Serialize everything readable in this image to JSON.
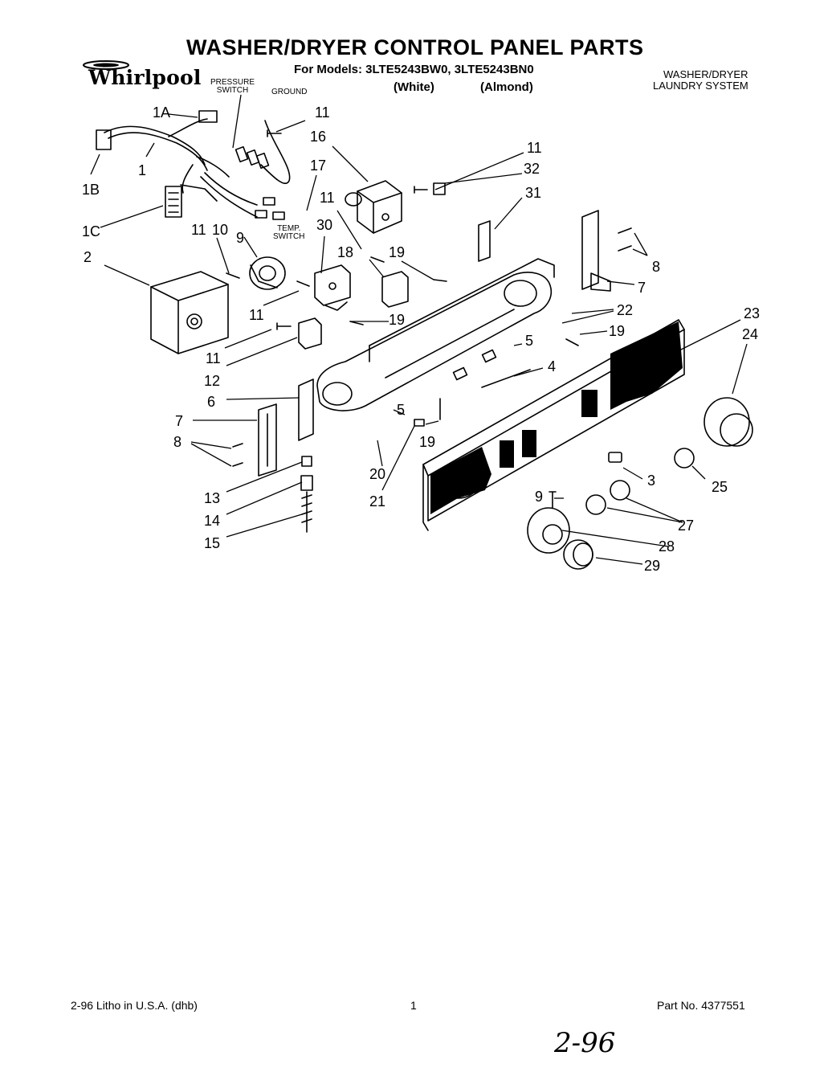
{
  "header": {
    "title": "WASHER/DRYER CONTROL PANEL PARTS",
    "brand": "Whirlpool",
    "models_line": "For Models: 3LTE5243BW0, 3LTE5243BN0",
    "color_white": "(White)",
    "color_almond": "(Almond)",
    "system_line1": "WASHER/DRYER",
    "system_line2": "LAUNDRY SYSTEM"
  },
  "diagram_labels": {
    "pressure_switch": [
      "PRESSURE",
      "SWITCH"
    ],
    "ground": "GROUND",
    "temp_switch": [
      "TEMP.",
      "SWITCH"
    ]
  },
  "callouts": {
    "c1a": "1A",
    "c1": "1",
    "c1b": "1B",
    "c1c": "1C",
    "c2": "2",
    "c3": "3",
    "c4": "4",
    "c5a": "5",
    "c5b": "5",
    "c6": "6",
    "c7a": "7",
    "c7b": "7",
    "c8a": "8",
    "c8b": "8",
    "c9a": "9",
    "c9b": "9",
    "c10": "10",
    "c11a": "11",
    "c11b": "11",
    "c11c": "11",
    "c11d": "11",
    "c11e": "11",
    "c11f": "11",
    "c12": "12",
    "c13": "13",
    "c14": "14",
    "c15": "15",
    "c16": "16",
    "c17": "17",
    "c18": "18",
    "c19a": "19",
    "c19b": "19",
    "c19c": "19",
    "c19d": "19",
    "c20": "20",
    "c21": "21",
    "c22": "22",
    "c23": "23",
    "c24": "24",
    "c25": "25",
    "c27": "27",
    "c28": "28",
    "c29": "29",
    "c30": "30",
    "c31": "31",
    "c32": "32"
  },
  "footer": {
    "litho": "2-96 Litho in U.S.A. (dhb)",
    "page": "1",
    "part_no": "Part No. 4377551",
    "handwritten": "2-96"
  },
  "colors": {
    "ink": "#000000",
    "paper": "#ffffff"
  }
}
